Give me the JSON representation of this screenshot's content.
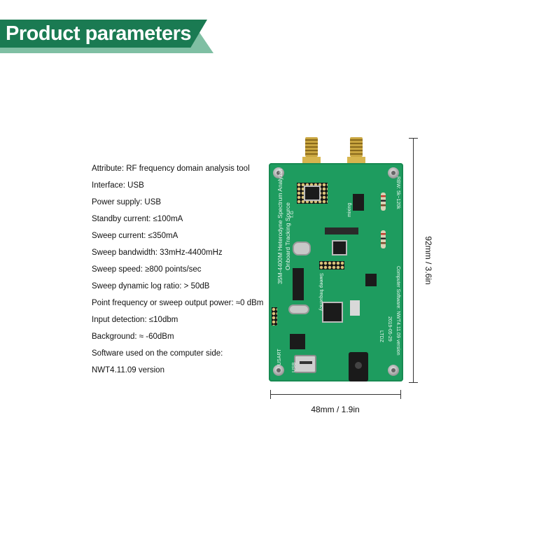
{
  "banner": {
    "title": "Product parameters"
  },
  "specs": [
    "Attribute: RF frequency domain analysis tool",
    "Interface: USB",
    "Power supply: USB",
    "Standby current: ≤100mA",
    "Sweep current: ≤350mA",
    "Sweep bandwidth: 33mHz-4400mHz",
    "Sweep speed: ≥800 points/sec",
    "Sweep dynamic log ratio: > 50dB",
    "Point frequency or sweep output power: ≈0 dBm",
    "Input detection: ≤10dbm",
    "Background: ≈ -60dBm",
    "Software used on the computer side:",
    "NWT4.11.09 version"
  ],
  "board": {
    "title_line1": "35M-4400M Heterodyne Spectrum Analyzer",
    "title_line2": "Onboard Tracking Source",
    "rbw": "RBW: 5k~120k",
    "software": "Computer Software: NWT4.11.09 version",
    "date": "2019-05-29",
    "maker": "LTDZ",
    "usart": "USART",
    "usb": "USB",
    "mixing": "mixing",
    "tg": "T.G",
    "sweep": "Sweep frequency"
  },
  "dimensions": {
    "height": "92mm / 3.6in",
    "width": "48mm / 1.9in"
  },
  "colors": {
    "banner": "#1a7a52",
    "banner_accent": "#7fbfa3",
    "pcb": "#1e9c5f"
  }
}
